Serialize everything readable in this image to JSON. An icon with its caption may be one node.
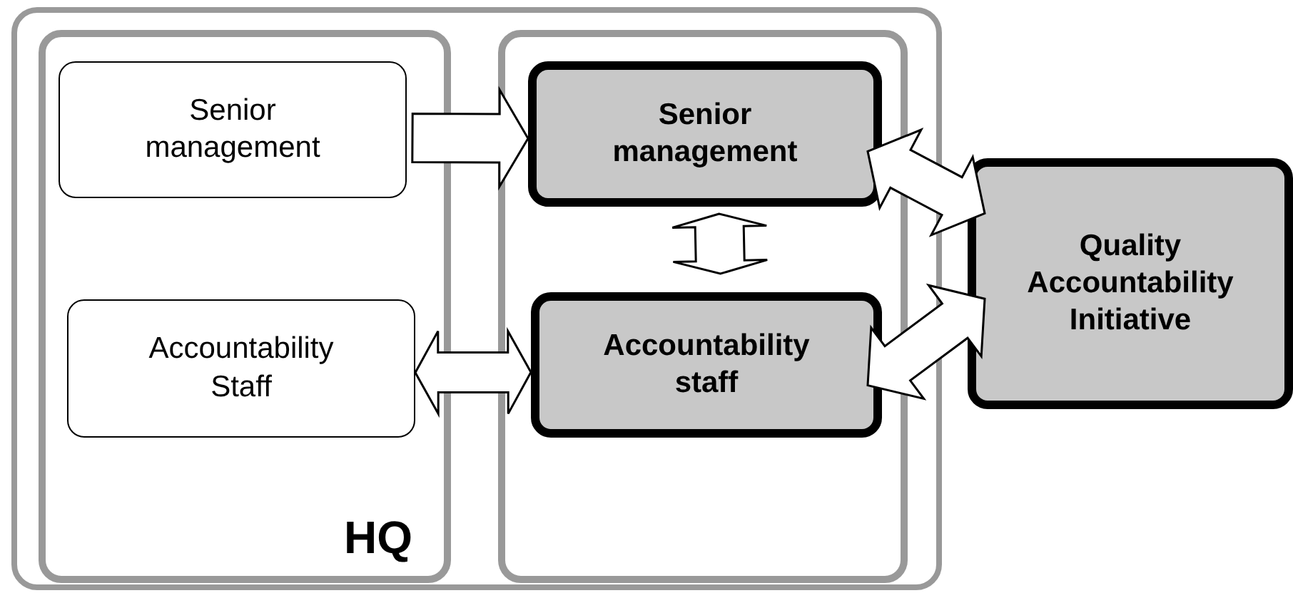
{
  "diagram": {
    "nodes": [
      {
        "text": [],
        "shape": "box"
      },
      {
        "text": [
          "HQ"
        ],
        "in": 0
      },
      {
        "text": [
          "Senior management"
        ],
        "in": 1
      },
      {
        "text": [
          "Accountability Staff"
        ],
        "in": 1
      },
      {
        "text": [],
        "shape": "box",
        "in": 0
      },
      {
        "text": [
          "Senior management"
        ],
        "in": 4
      },
      {
        "text": [
          "Accountability staff"
        ],
        "in": 4
      },
      {
        "text": [
          "Quality Accountability Initiative"
        ]
      }
    ],
    "edges": [
      {
        "from": 2,
        "to": 5,
        "arrow": "to"
      },
      {
        "from": 3,
        "to": 6,
        "arrow": "both"
      },
      {
        "from": 5,
        "to": 6,
        "arrow": "both"
      },
      {
        "from": 5,
        "to": 7,
        "arrow": "both"
      },
      {
        "from": 6,
        "to": 7,
        "arrow": "both"
      }
    ]
  }
}
